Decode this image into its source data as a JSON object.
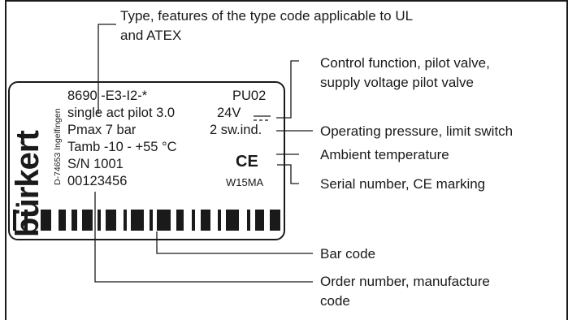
{
  "label": {
    "brand": "bürkert",
    "address": "D-74653 Ingelfingen",
    "lines": {
      "type_code": "8690 -E3-I2-*",
      "variant": "PU02",
      "pilot": "single act pilot 3.0",
      "voltage": "24V",
      "pressure": "Pmax 7 bar",
      "switches": "2 sw.ind.",
      "temperature": "Tamb -10 - +55 °C",
      "serial": "S/N 1001",
      "ce": "CE",
      "order": "00123456",
      "mfg_code": "W15MA"
    }
  },
  "annotations": {
    "type": [
      "Type, features of the type code applicable to UL",
      "and ATEX"
    ],
    "control": [
      "Control function, pilot valve,",
      "supply voltage pilot valve"
    ],
    "pressure": "Operating pressure, limit switch",
    "temperature": "Ambient temperature",
    "serial": "Serial number, CE marking",
    "barcode": "Bar code",
    "order": [
      "Order number, manufacture",
      "code"
    ]
  }
}
